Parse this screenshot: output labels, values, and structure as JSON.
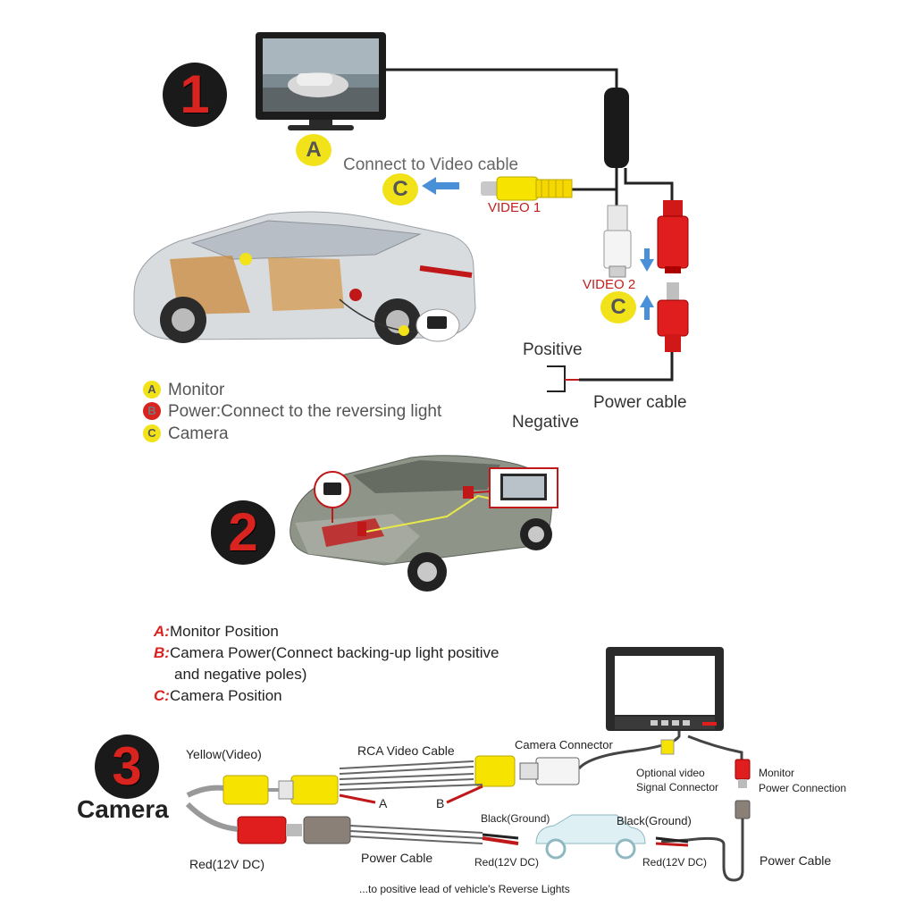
{
  "step1": {
    "number": "1",
    "badge_a": "A",
    "badge_c1": "C",
    "badge_c2": "C",
    "connect_video": "Connect to Video cable",
    "video1": "VIDEO 1",
    "video2": "VIDEO 2",
    "positive": "Positive",
    "negative": "Negative",
    "power_cable": "Power cable",
    "legend": [
      {
        "key": "A",
        "text": "Monitor",
        "color": "#f2e21a"
      },
      {
        "key": "B",
        "text": "Power:Connect to the reversing light",
        "color": "#d8231f"
      },
      {
        "key": "C",
        "text": "Camera",
        "color": "#f2e21a"
      }
    ]
  },
  "step2": {
    "number": "2",
    "legend": [
      {
        "key": "A:",
        "text": "Monitor Position"
      },
      {
        "key": "B:",
        "text": "Camera Power(Connect backing-up light positive",
        "text2": "and negative poles)"
      },
      {
        "key": "C:",
        "text": "Camera Position"
      }
    ]
  },
  "step3": {
    "number": "3",
    "camera": "Camera",
    "yellow_video": "Yellow(Video)",
    "red_dc": "Red(12V DC)",
    "rca_video_cable": "RCA Video Cable",
    "wire_a": "A",
    "wire_b": "B",
    "camera_connector": "Camera Connector",
    "optional_video_1": "Optional video",
    "optional_video_2": "Signal Connector",
    "monitor_power_1": "Monitor",
    "monitor_power_2": "Power Connection",
    "black_ground_1": "Black(Ground)",
    "black_ground_2": "Black(Ground)",
    "power_cable_1": "Power Cable",
    "red_dc_2": "Red(12V DC)",
    "red_dc_3": "Red(12V DC)",
    "power_cable_2": "Power Cable",
    "footer": "...to positive lead of vehicle's Reverse Lights"
  },
  "colors": {
    "accent_red": "#d8231f",
    "badge_yellow": "#f2e21a",
    "arrow_blue": "#4a90d9",
    "plug_yellow": "#f6e400",
    "plug_red": "#e01e1e"
  }
}
